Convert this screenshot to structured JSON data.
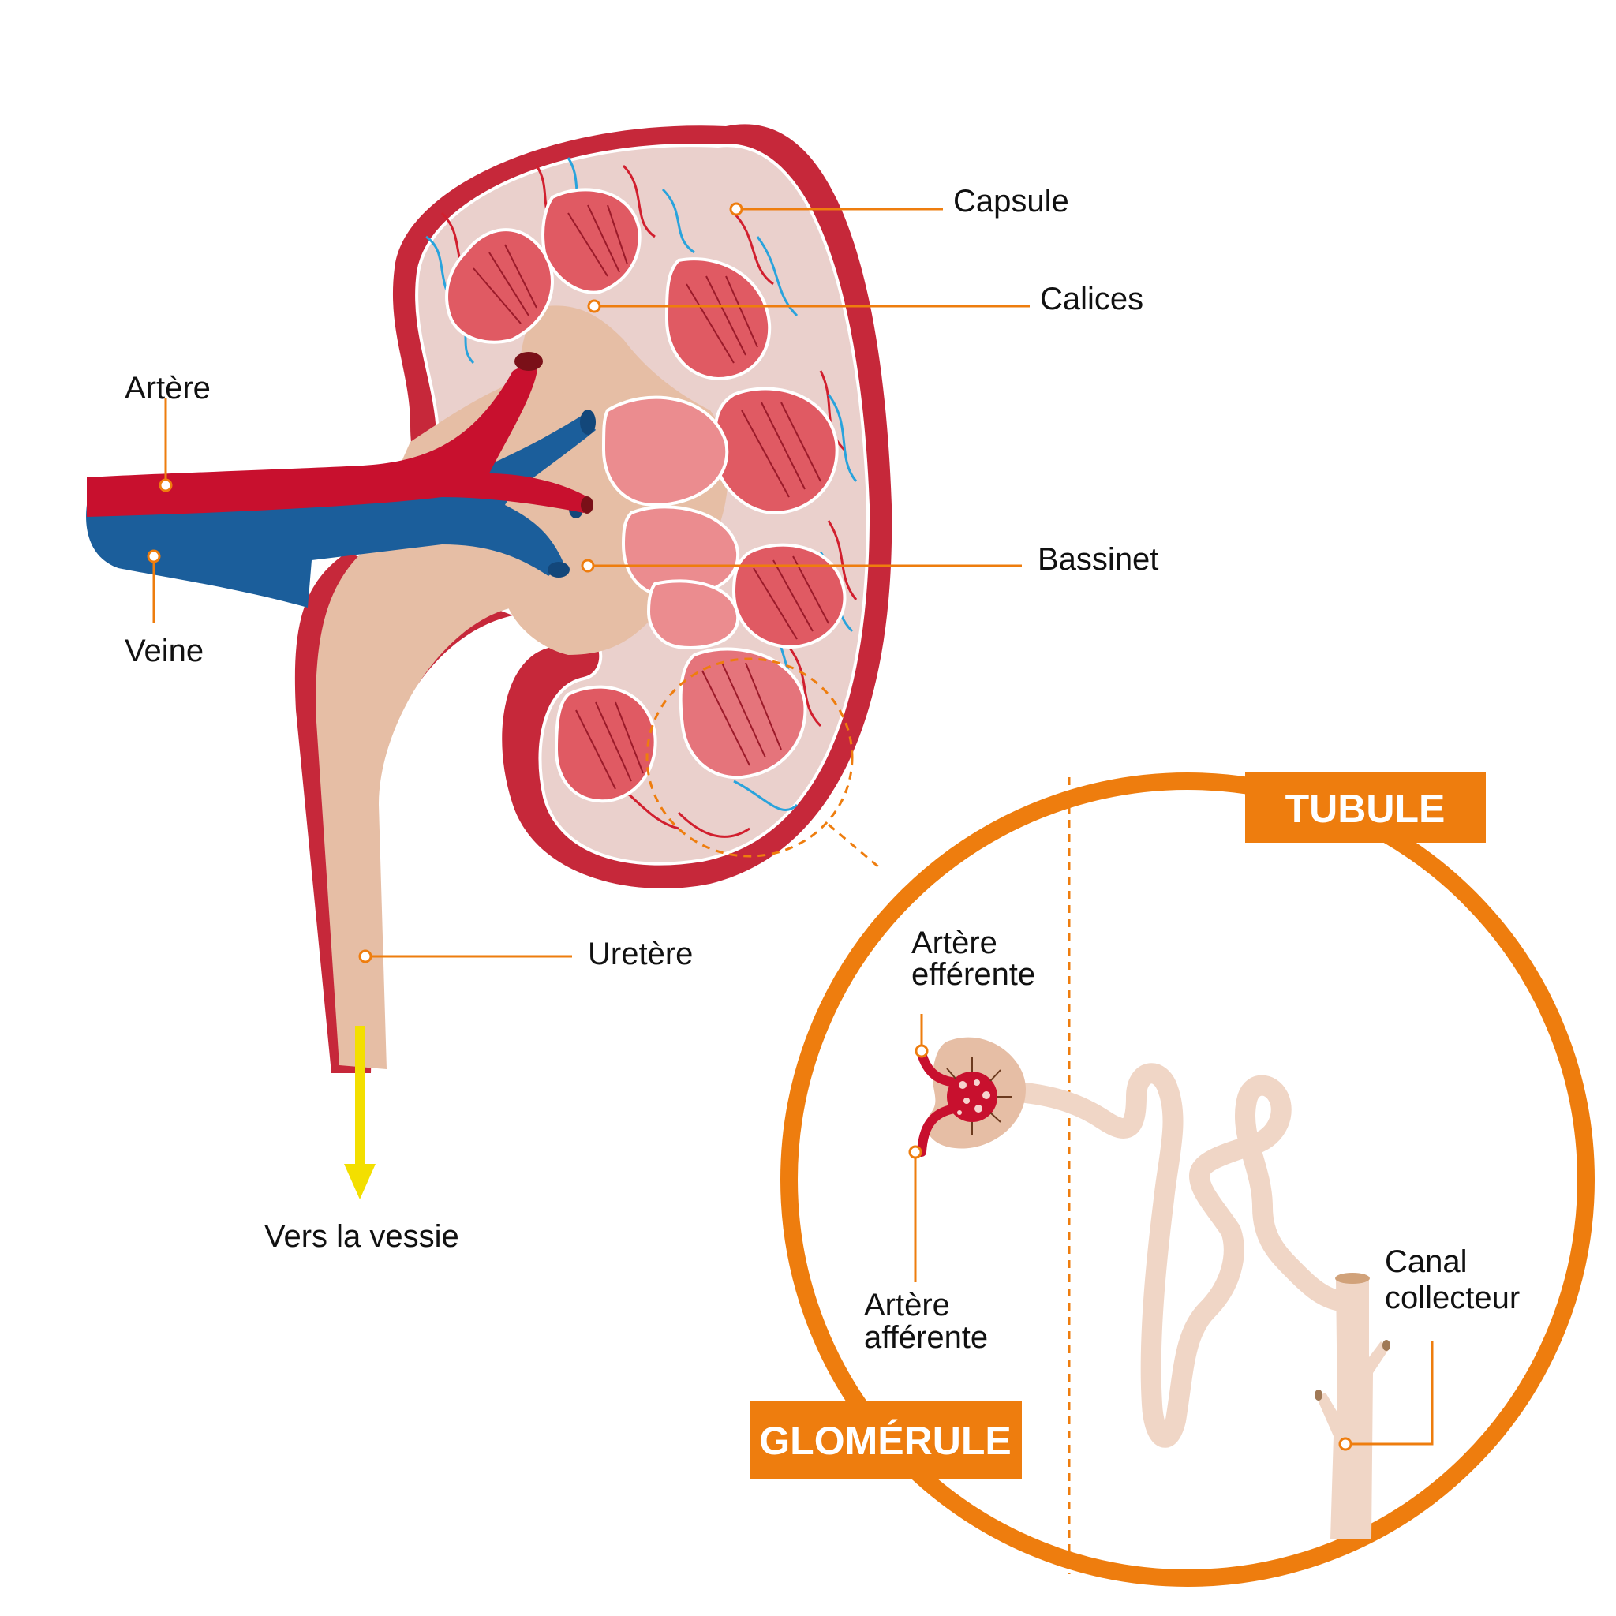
{
  "colors": {
    "accent": "#ee7d0e",
    "artery": "#c8102e",
    "vein": "#1b5e9b",
    "cortex_outer": "#c6283a",
    "cortex_fill": "#ead0cc",
    "pyramid": "#e05a63",
    "pelvis": "#e6bea5",
    "tubule": "#f0d6c6",
    "urine_arrow": "#f3df00"
  },
  "labels": {
    "capsule": "Capsule",
    "calices": "Calices",
    "artere": "Artère",
    "veine": "Veine",
    "bassinet": "Bassinet",
    "uretere": "Uretère",
    "vers_vessie": "Vers la vessie",
    "artere_efferente_1": "Artère",
    "artere_efferente_2": "efférente",
    "artere_afferente_1": "Artère",
    "artere_afferente_2": "afférente",
    "canal_1": "Canal",
    "canal_2": "collecteur"
  },
  "badges": {
    "tubule": "TUBULE",
    "glomerule": "GLOMÉRULE"
  }
}
